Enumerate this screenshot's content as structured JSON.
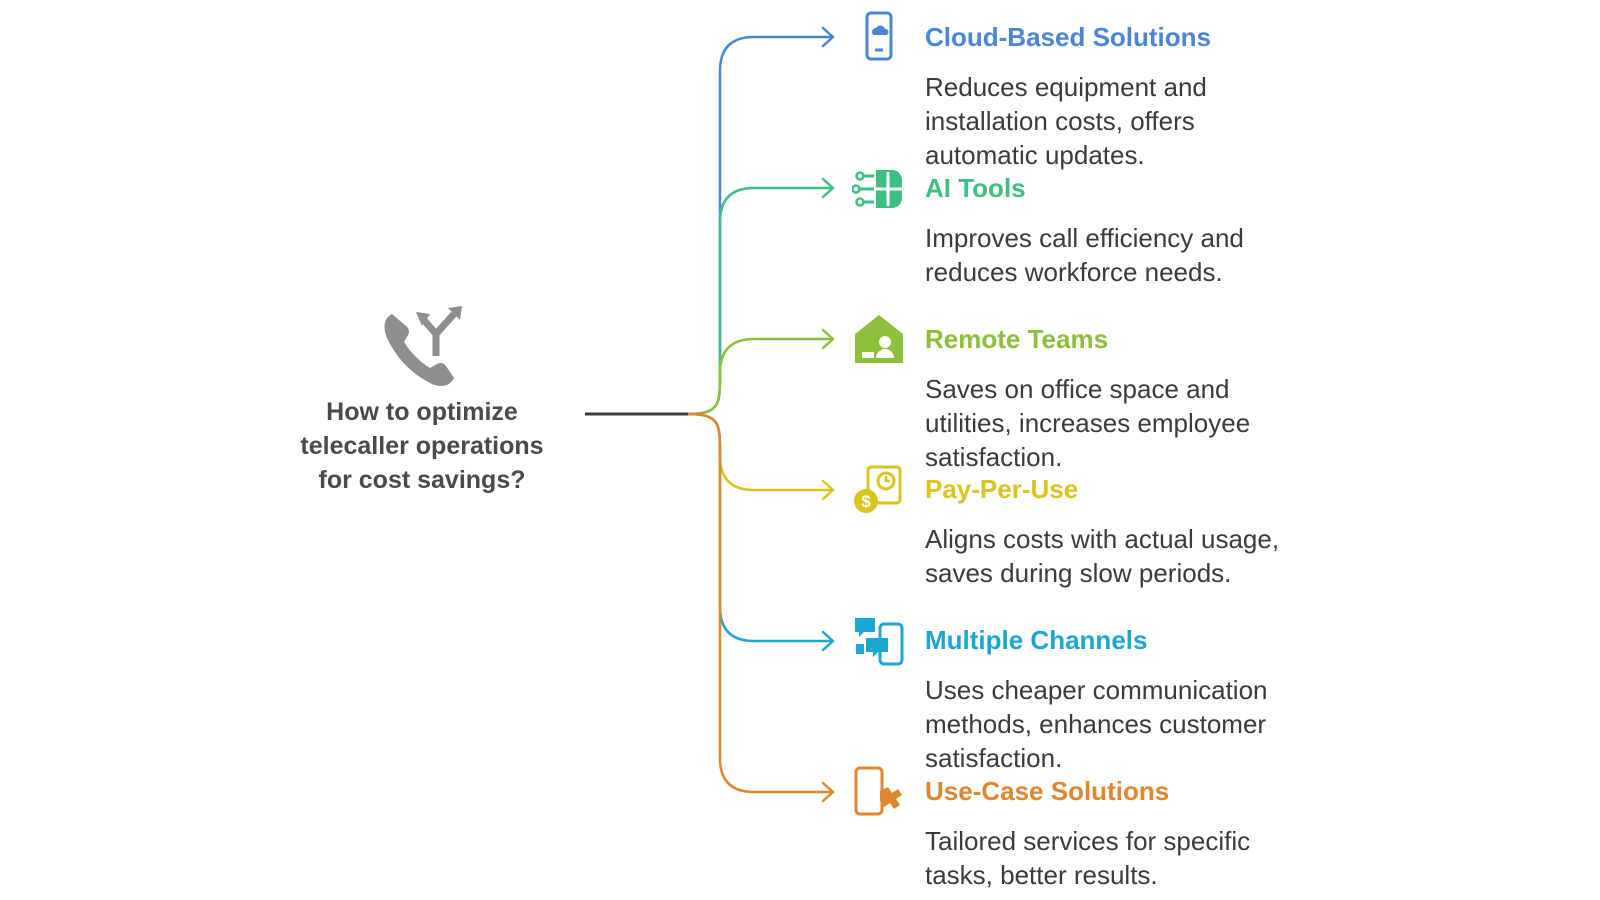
{
  "question": {
    "lines": [
      "How to optimize",
      "telecaller operations",
      "for cost savings?"
    ]
  },
  "hub_icon": "phone-split-icon",
  "colors": {
    "hub": "#8e8e8e",
    "stem": "#3c3c3c",
    "text": "#3b3b3b"
  },
  "branches": [
    {
      "title": "Cloud-Based Solutions",
      "desc": [
        "Reduces equipment and",
        "installation costs, offers",
        "automatic updates."
      ],
      "color": "#4a86d8",
      "icon": "cloud-phone-icon"
    },
    {
      "title": "AI Tools",
      "desc": [
        "Improves call efficiency and",
        "reduces workforce needs."
      ],
      "color": "#3dbf82",
      "icon": "ai-chip-icon"
    },
    {
      "title": "Remote Teams",
      "desc": [
        "Saves on office space and",
        "utilities, increases employee",
        "satisfaction."
      ],
      "color": "#8cc03a",
      "icon": "remote-home-icon"
    },
    {
      "title": "Pay-Per-Use",
      "desc": [
        "Aligns costs with actual usage,",
        "saves during slow periods."
      ],
      "color": "#d9c51e",
      "icon": "coin-clock-icon"
    },
    {
      "title": "Multiple Channels",
      "desc": [
        "Uses cheaper communication",
        "methods, enhances customer",
        "satisfaction."
      ],
      "color": "#1ea6d3",
      "icon": "chat-phone-icon"
    },
    {
      "title": "Use-Case Solutions",
      "desc": [
        "Tailored services for specific",
        "tasks, better results."
      ],
      "color": "#e0862e",
      "icon": "phone-puzzle-icon"
    }
  ]
}
